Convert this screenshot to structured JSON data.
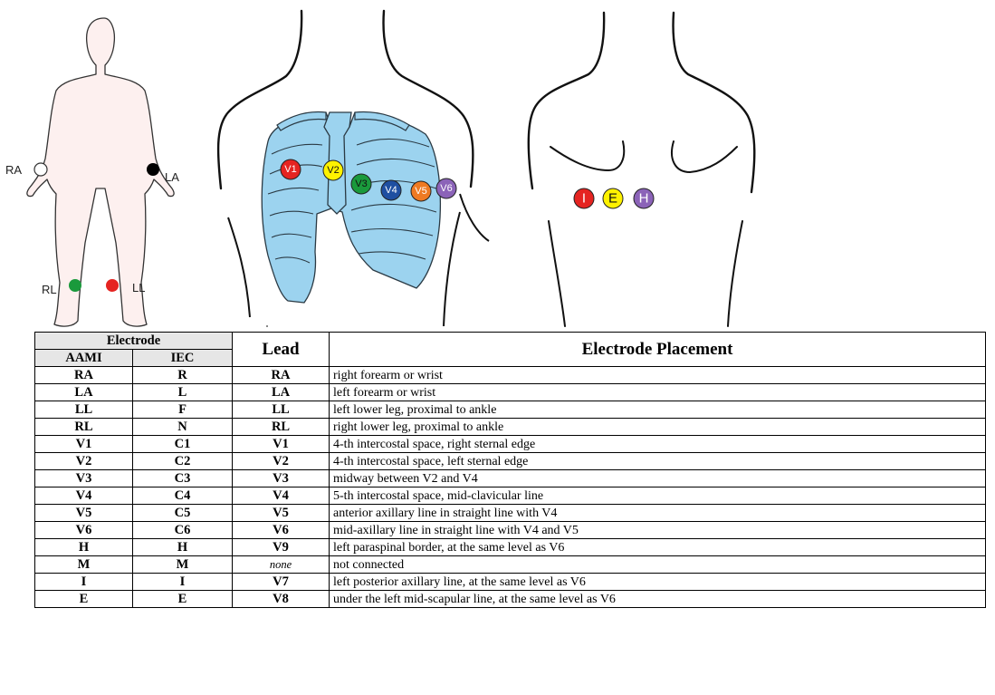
{
  "limb_labels": {
    "ra": "RA",
    "la": "LA",
    "rl": "RL",
    "ll": "LL"
  },
  "chest_electrodes": [
    "V1",
    "V2",
    "V3",
    "V4",
    "V5",
    "V6"
  ],
  "back_electrodes": [
    "I",
    "E",
    "H"
  ],
  "colors": {
    "skin": "#fdf0ef",
    "ribcage": "#9cd3ef",
    "red": "#e52421",
    "yellow": "#fff200",
    "green": "#1a9a3c",
    "blue": "#1f4fa1",
    "orange": "#ee7a23",
    "purple": "#8b63b8",
    "header_fill": "#e6e6e6"
  },
  "table": {
    "header": {
      "electrode": "Electrode",
      "aami": "AAMI",
      "iec": "IEC",
      "lead": "Lead",
      "placement": "Electrode Placement"
    },
    "rows": [
      {
        "aami": "RA",
        "iec": "R",
        "lead": "RA",
        "placement": "right forearm or wrist"
      },
      {
        "aami": "LA",
        "iec": "L",
        "lead": "LA",
        "placement": "left forearm or wrist"
      },
      {
        "aami": "LL",
        "iec": "F",
        "lead": "LL",
        "placement": "left lower leg, proximal to ankle"
      },
      {
        "aami": "RL",
        "iec": "N",
        "lead": "RL",
        "placement": "right lower leg, proximal to ankle"
      },
      {
        "aami": "V1",
        "iec": "C1",
        "lead": "V1",
        "placement": "4-th intercostal space, right sternal edge"
      },
      {
        "aami": "V2",
        "iec": "C2",
        "lead": "V2",
        "placement": "4-th intercostal space, left sternal edge"
      },
      {
        "aami": "V3",
        "iec": "C3",
        "lead": "V3",
        "placement": "midway between V2 and V4"
      },
      {
        "aami": "V4",
        "iec": "C4",
        "lead": "V4",
        "placement": "5-th intercostal space, mid-clavicular line"
      },
      {
        "aami": "V5",
        "iec": "C5",
        "lead": "V5",
        "placement": "anterior axillary line in straight line with V4"
      },
      {
        "aami": "V6",
        "iec": "C6",
        "lead": "V6",
        "placement": "mid-axillary line in straight line with V4 and V5"
      },
      {
        "aami": "H",
        "iec": "H",
        "lead": "V9",
        "placement": "left paraspinal border, at the same level as V6"
      },
      {
        "aami": "M",
        "iec": "M",
        "lead": "none",
        "placement": "not connected"
      },
      {
        "aami": "I",
        "iec": "I",
        "lead": "V7",
        "placement": "left posterior axillary line, at the same level as V6"
      },
      {
        "aami": "E",
        "iec": "E",
        "lead": "V8",
        "placement": "under the left mid-scapular line, at the same level as V6"
      }
    ]
  }
}
